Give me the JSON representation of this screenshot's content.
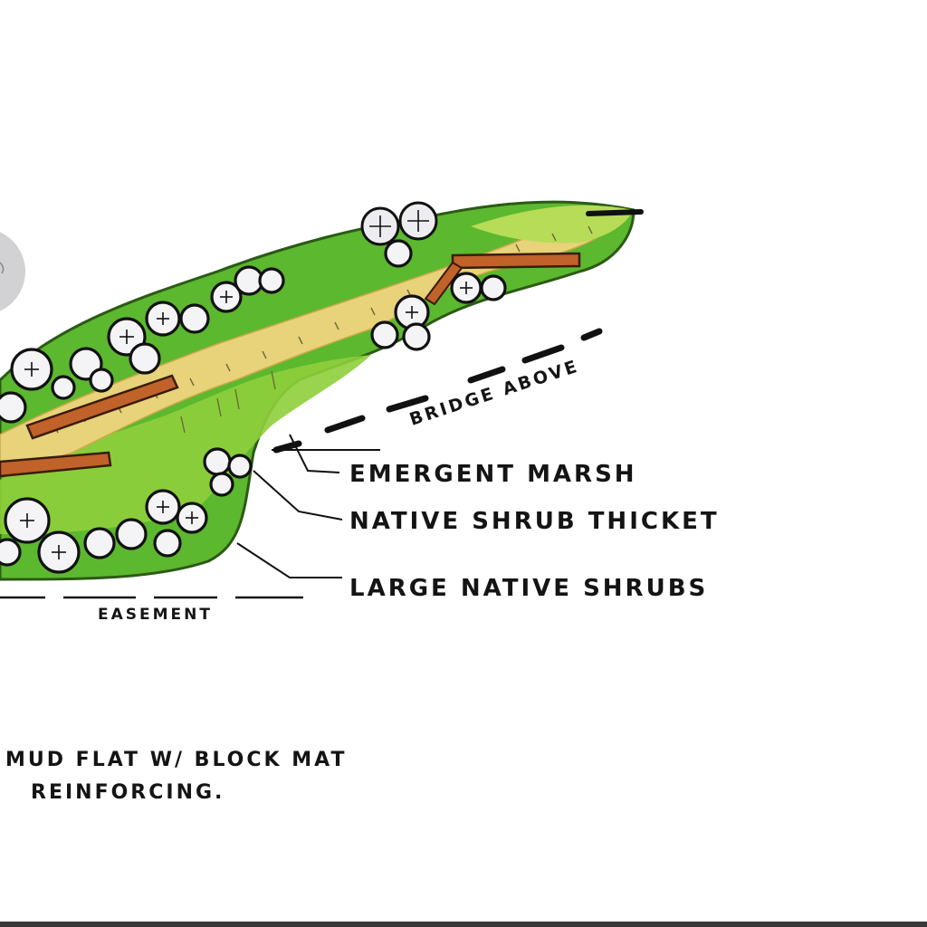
{
  "title": "",
  "labels": {
    "bridge_above": "BRIDGE ABOVE",
    "emergent_marsh": "EMERGENT MARSH",
    "native_shrub_thicket": "NATIVE SHRUB THICKET",
    "large_native_shrubs": "LARGE NATIVE SHRUBS",
    "easement": "EASEMENT",
    "mud_flat_line1": "MUD FLAT W/ BLOCK MAT",
    "mud_flat_line2": "REINFORCING."
  },
  "colors": {
    "shrub_green": "#5cb82e",
    "light_green": "#9fd44a",
    "marsh_yellow": "#e8d27a",
    "wood_brown": "#c0622a",
    "ink": "#111111",
    "shrub_white": "#f4f4f6",
    "grey_disc": "#d0d0d2"
  },
  "icons": [
    "tree-canopy-icon",
    "shrub-icon"
  ]
}
